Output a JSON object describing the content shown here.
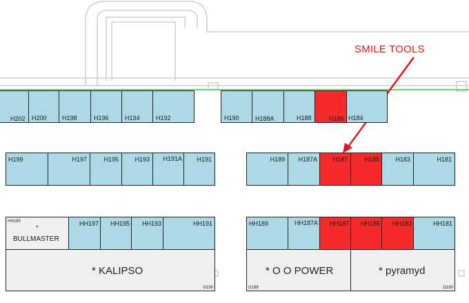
{
  "annotation": {
    "text": "SMILE TOOLS",
    "color": "#e81414"
  },
  "colors": {
    "booth": "#add8e6",
    "highlight": "#f52a2a",
    "zone": "#efefef",
    "corridor_line": "#3cc43c"
  },
  "row1_left": [
    "H202",
    "H200",
    "H198",
    "H196",
    "H194",
    "H192"
  ],
  "row1_right": [
    "H190",
    "H188A",
    "H188",
    "H186",
    "H184"
  ],
  "row2_left": [
    "H199",
    "H197",
    "H195",
    "H193",
    "H191A",
    "H191"
  ],
  "row2_right": [
    "H189",
    "H187A",
    "H187",
    "H185",
    "H183",
    "H181"
  ],
  "row3_left": {
    "first_code": "HH199",
    "first_star": "*",
    "first_name": "BULLMASTER",
    "booths": [
      "HH197",
      "HH195",
      "HH193",
      "HH191"
    ]
  },
  "row3_right": [
    "HH189",
    "HH187A",
    "HH187",
    "HH185",
    "HH183",
    "HH181"
  ],
  "zones": [
    {
      "name": "* KALIPSO",
      "code": "G190"
    },
    {
      "name": "* O O POWER",
      "code": "G188"
    },
    {
      "name": "* pyramyd",
      "code": "G180"
    }
  ],
  "highlighted_booths": [
    "H186",
    "H187",
    "H185",
    "HH187",
    "HH185",
    "HH183"
  ]
}
